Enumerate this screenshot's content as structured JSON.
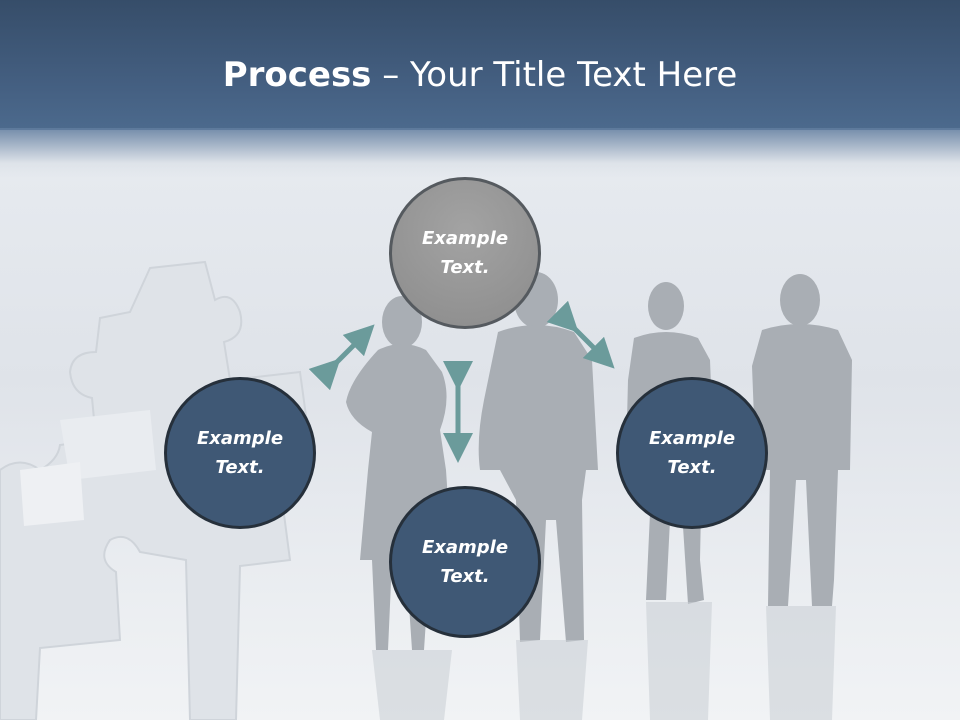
{
  "slide": {
    "title_bold": "Process",
    "title_rest": " – Your Title Text Here"
  },
  "nodes": [
    {
      "id": "top",
      "label_line1": "Example",
      "label_line2": "Text.",
      "color": "#8e8e8e"
    },
    {
      "id": "left",
      "label_line1": "Example",
      "label_line2": "Text.",
      "color": "#3f5875"
    },
    {
      "id": "bottom",
      "label_line1": "Example",
      "label_line2": "Text.",
      "color": "#3f5875"
    },
    {
      "id": "right",
      "label_line1": "Example",
      "label_line2": "Text.",
      "color": "#3f5875"
    }
  ],
  "colors": {
    "header": "#3b5474",
    "arrow": "#6b9b9b",
    "silhouette": "#a8adb3"
  }
}
